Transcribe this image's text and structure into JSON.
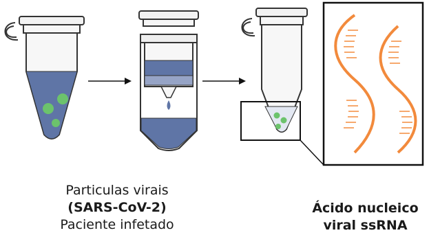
{
  "caption_left": {
    "line1": "Particulas virais",
    "line2": "(SARS-CoV-2)",
    "line3": "Paciente infetado"
  },
  "caption_right": {
    "line1": "Ácido nucleico",
    "line2": "viral ssRNA"
  },
  "colors": {
    "liquid": "#5f75a6",
    "liquid_light": "#96a4c6",
    "particle": "#6cc36c",
    "rna": "#f28a3c",
    "outline": "#333333"
  },
  "icons": [
    "tube-icon",
    "spin-column-icon",
    "arrow-right-icon",
    "rna-strand-icon"
  ]
}
